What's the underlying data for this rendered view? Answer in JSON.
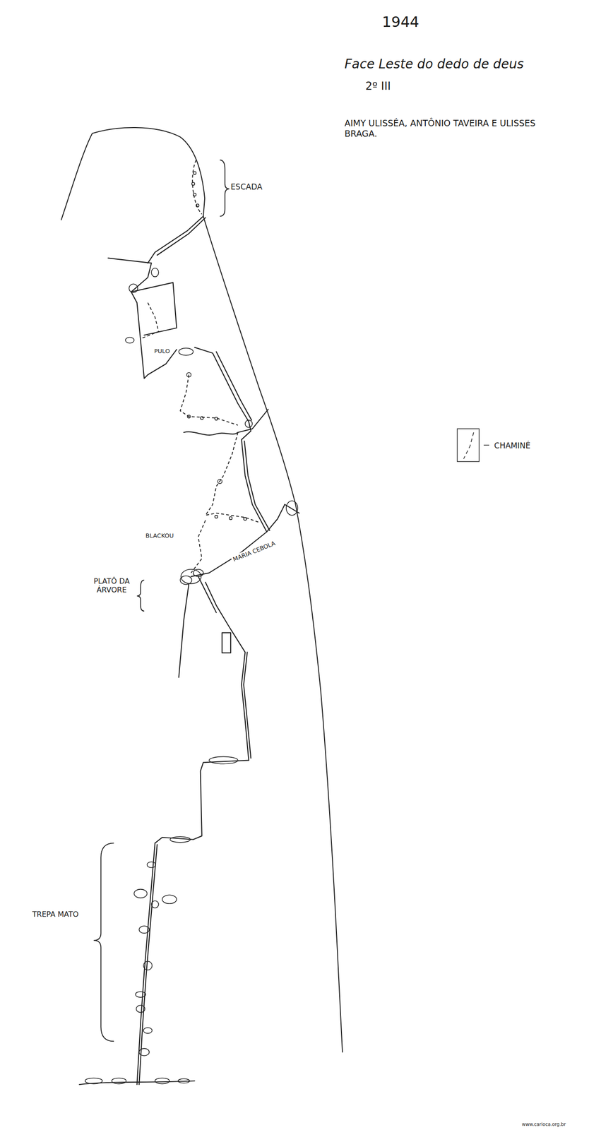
{
  "diagram": {
    "title": "Face Leste do dedo de deus",
    "labels": [
      "1944",
      "2º III",
      "AIMY ULISSÉA, ANTÔNIO TAVEIRA E ULISSES BRAGA.",
      "ESCADA",
      "PULO",
      "BLACKOU",
      "PLATÔ DA ÁRVORE",
      "MARIA CEBOLA",
      "TREPA MATO",
      "www.carioca.org.br"
    ],
    "legend": [
      {
        "text": "CHAMINÉ"
      }
    ]
  }
}
